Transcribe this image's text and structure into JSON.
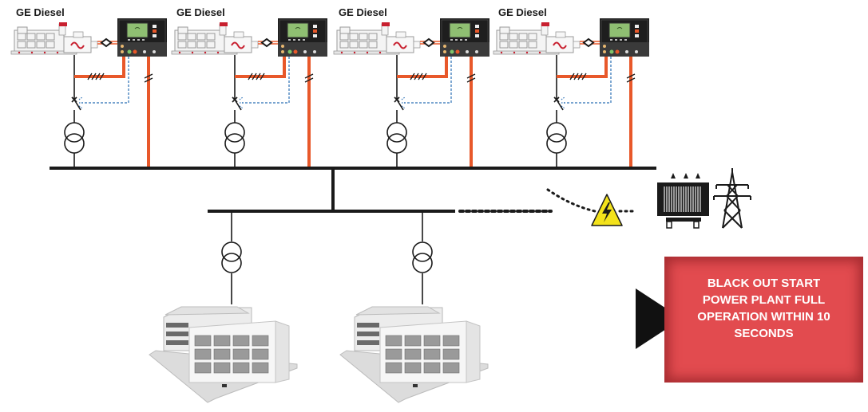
{
  "generators": [
    {
      "label": "GE Diesel"
    },
    {
      "label": "GE Diesel"
    },
    {
      "label": "GE Diesel"
    },
    {
      "label": "GE Diesel"
    }
  ],
  "loads": [
    {
      "type": "building"
    },
    {
      "type": "building"
    }
  ],
  "grid": {
    "items": [
      "grid-transformer",
      "transmission-tower",
      "high-voltage-warning"
    ]
  },
  "callout": {
    "text": "BLACK OUT START POWER PLANT FULL OPERATION WITHIN 10 SECONDS"
  },
  "colors": {
    "power_line": "#e8582a",
    "bus": "#1a1a1a",
    "control_signal": "#2a6fb5",
    "callout_bg": "#e24b4f",
    "warning": "#f3e21b",
    "generator_accent": "#c8202f"
  }
}
